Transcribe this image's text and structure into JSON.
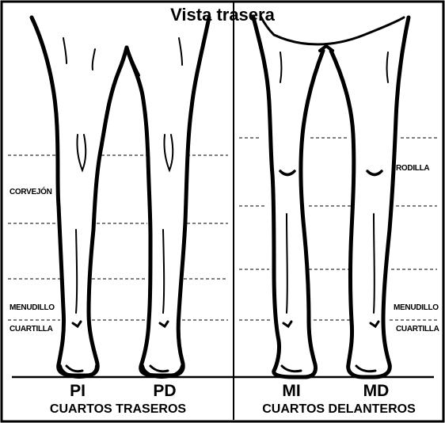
{
  "title": "Vista trasera",
  "hind_labels": {
    "hock": "CORVEJÓN",
    "fetlock": "MENUDILLO",
    "pastern": "CUARTILLA"
  },
  "fore_labels": {
    "knee": "RODILLA",
    "fetlock": "MENUDILLO",
    "pastern": "CUARTILLA"
  },
  "leg_codes": {
    "left_hind": "PI",
    "right_hind": "PD",
    "left_fore": "MI",
    "right_fore": "MD"
  },
  "groups": {
    "hind": "CUARTOS TRASEROS",
    "fore": "CUARTOS DELANTEROS"
  }
}
